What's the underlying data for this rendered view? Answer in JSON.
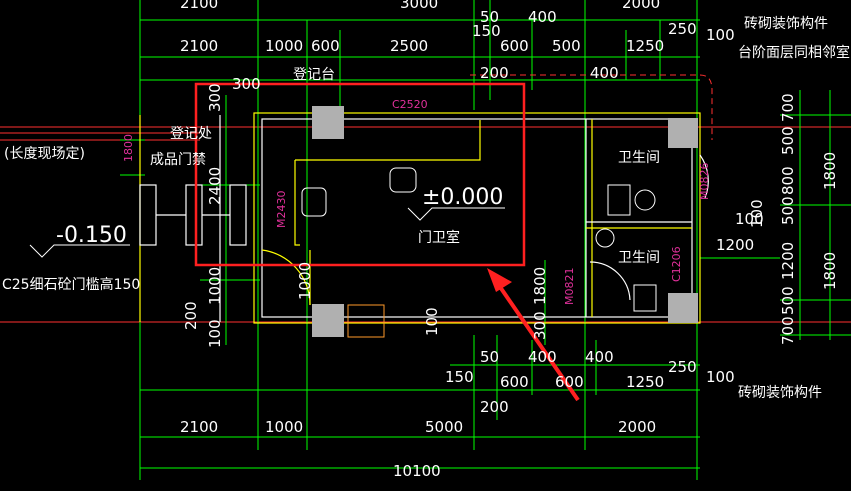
{
  "top_dims_row1": [
    "2100",
    "3000",
    "50",
    "400",
    "150",
    "250",
    "2000"
  ],
  "top_dims_row2": [
    "2100",
    "1000",
    "600",
    "2500",
    "600",
    "500",
    "1250"
  ],
  "top_dims_row3": [
    "200",
    "400"
  ],
  "bottom_dims_row1": [
    "50",
    "400",
    "400",
    "250"
  ],
  "bottom_dims_row2": [
    "150",
    "600",
    "600",
    "1250",
    "100"
  ],
  "bottom_dims_row3": [
    "200"
  ],
  "bottom_dims_row4": [
    "2100",
    "1000",
    "5000",
    "2000"
  ],
  "bottom_total": "10100",
  "left_dims": [
    "300",
    "2400",
    "1000",
    "200",
    "100"
  ],
  "mid_dims": [
    "1800",
    "300",
    "100",
    "1000"
  ],
  "right_dims_a": [
    "700",
    "500",
    "800",
    "500",
    "100",
    "1200",
    "500",
    "700"
  ],
  "right_dims_b": [
    "1800",
    "1800"
  ],
  "labels": {
    "registration_counter": "登记台",
    "registration_office": "登记处",
    "goods_entry": "成品门禁",
    "length_note": "(长度现场定)",
    "level_minus": "-0.150",
    "level_zero": "±0.000",
    "guard_room": "门卫室",
    "toilet_a": "卫生间",
    "toilet_b": "卫生间",
    "sill_note": "C25细石砼门槛高150",
    "brick_deco_top": "砖砌装饰构件",
    "brick_deco_bottom": "砖砌装饰构件",
    "step_note": "台阶面层同相邻室内",
    "dim_100_top": "100",
    "dim_300_top": "300",
    "dim_1200": "1200",
    "dim_100_side": "100",
    "dim_1800_small": "1800"
  },
  "tags": {
    "window_c2520": "C2520",
    "door_m2430": "M2430",
    "door_m0826": "M0826",
    "door_m0821": "M0821",
    "window_c1206": "C1206"
  },
  "colors": {
    "dim_line": "#00ff00",
    "wall": "#ffff00",
    "axis": "#ff3030",
    "annotation": "#e0309a",
    "highlight": "#ff2020"
  }
}
